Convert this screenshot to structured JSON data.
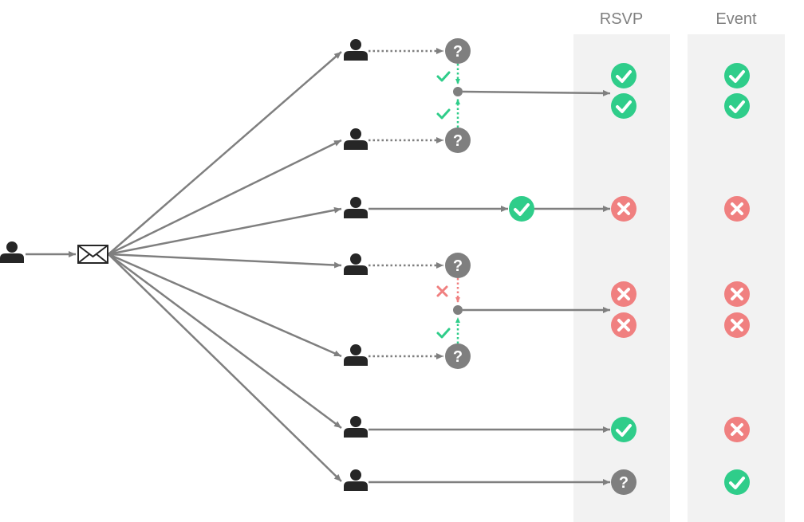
{
  "colors": {
    "panel_bg": "#f2f2f2",
    "header_text": "#808080",
    "line": "#7f7f7f",
    "person": "#262626",
    "pending": "#7f7f7f",
    "yes": "#2fcd8a",
    "no": "#f08080",
    "envelope_stroke": "#262626"
  },
  "columns": {
    "rsvp_label": "RSVP",
    "event_label": "Event"
  },
  "legend_icons": {
    "person": "person-icon",
    "envelope": "envelope-icon",
    "pending": "question-mark-icon",
    "accepted": "check-circle-icon",
    "declined": "x-circle-icon"
  },
  "pending_glyph": "?",
  "results": [
    {
      "id": "row1",
      "rsvp": "yes",
      "event": "yes"
    },
    {
      "id": "row2",
      "rsvp": "yes",
      "event": "yes"
    },
    {
      "id": "row3",
      "rsvp": "no",
      "event": "no"
    },
    {
      "id": "row4",
      "rsvp": "no",
      "event": "no"
    },
    {
      "id": "row5",
      "rsvp": "no",
      "event": "no"
    },
    {
      "id": "row6",
      "rsvp": "yes",
      "event": "no"
    },
    {
      "id": "row7",
      "rsvp": "pending",
      "event": "yes"
    }
  ]
}
